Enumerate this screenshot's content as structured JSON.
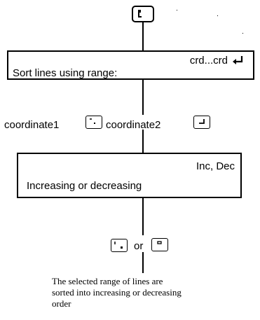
{
  "diagram": {
    "start_key": {
      "icon": "cursor-key-icon"
    },
    "box1": {
      "command": "crd...crd",
      "return_icon": "return-arrow-icon",
      "description": "Sort lines using range:"
    },
    "coordinates": {
      "label1": "coordinate1",
      "key1_icon": "cursor-key-icon",
      "label2": "coordinate2",
      "key2_icon": "return-key-icon"
    },
    "box2": {
      "options": "Inc, Dec",
      "description": "Increasing or decreasing"
    },
    "choice": {
      "key_a_icon": "down-left-key-icon",
      "separator": "or",
      "key_b_icon": "top-key-icon"
    },
    "result": {
      "line1": "The selected range of lines are",
      "line2": "sorted into increasing or decreasing",
      "line3": "order"
    },
    "colors": {
      "ink": "#000000",
      "background": "#ffffff"
    }
  }
}
